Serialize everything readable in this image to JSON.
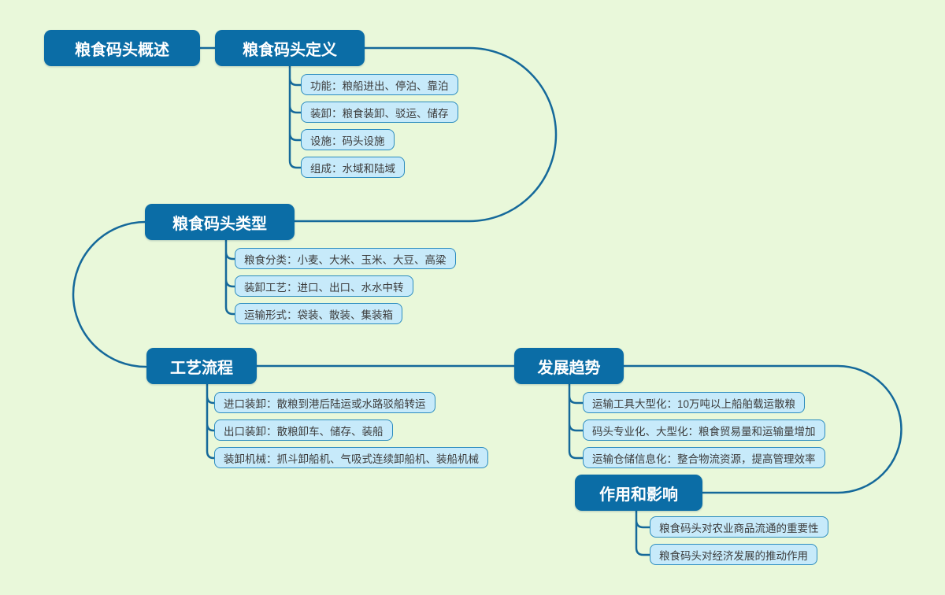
{
  "palette": {
    "background": "#e9f8da",
    "topic_fill": "#0b6da6",
    "topic_text": "#ffffff",
    "leaf_fill": "#c7eafa",
    "leaf_border": "#2b8cbf",
    "leaf_text": "#3c3c3c",
    "line": "#15699a"
  },
  "root": {
    "label": "粮食码头概述"
  },
  "branches": [
    {
      "title": "粮食码头定义",
      "children": [
        "功能：粮船进出、停泊、靠泊",
        "装卸：粮食装卸、驳运、储存",
        "设施：码头设施",
        "组成：水域和陆域"
      ]
    },
    {
      "title": "粮食码头类型",
      "children": [
        "粮食分类：小麦、大米、玉米、大豆、高粱",
        "装卸工艺：进口、出口、水水中转",
        "运输形式：袋装、散装、集装箱"
      ]
    },
    {
      "title": "工艺流程",
      "children": [
        "进口装卸：散粮到港后陆运或水路驳船转运",
        "出口装卸：散粮卸车、储存、装船",
        "装卸机械：抓斗卸船机、气吸式连续卸船机、装船机械"
      ]
    },
    {
      "title": "发展趋势",
      "children": [
        "运输工具大型化：10万吨以上船舶载运散粮",
        "码头专业化、大型化：粮食贸易量和运输量增加",
        "运输仓储信息化：整合物流资源，提高管理效率"
      ]
    },
    {
      "title": "作用和影响",
      "children": [
        "粮食码头对农业商品流通的重要性",
        "粮食码头对经济发展的推动作用"
      ]
    }
  ]
}
